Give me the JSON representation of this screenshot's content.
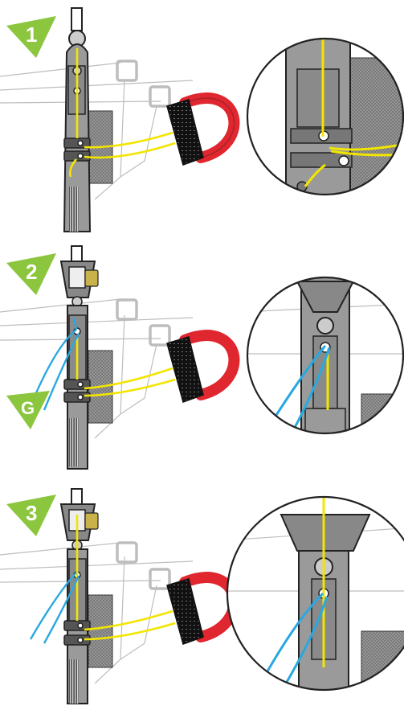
{
  "steps": [
    {
      "label": "1"
    },
    {
      "label": "2",
      "extra_label": "G"
    },
    {
      "label": "3"
    }
  ],
  "colors": {
    "step_badge": "#8cc63f",
    "rope_yellow": "#f2e500",
    "line_blue": "#29a8e0",
    "strap_red": "#e0262f",
    "strap_black": "#111111",
    "pole_gray": "#9a9a9a",
    "pole_outline": "#222222",
    "tape_gray": "#6b6b6b",
    "wire_gray": "#bdbdbd"
  },
  "icons": [
    "step-badge-icon",
    "insulator-bracket-icon",
    "padlock-icon",
    "strap-loop-icon",
    "magnifier-circle-icon"
  ]
}
